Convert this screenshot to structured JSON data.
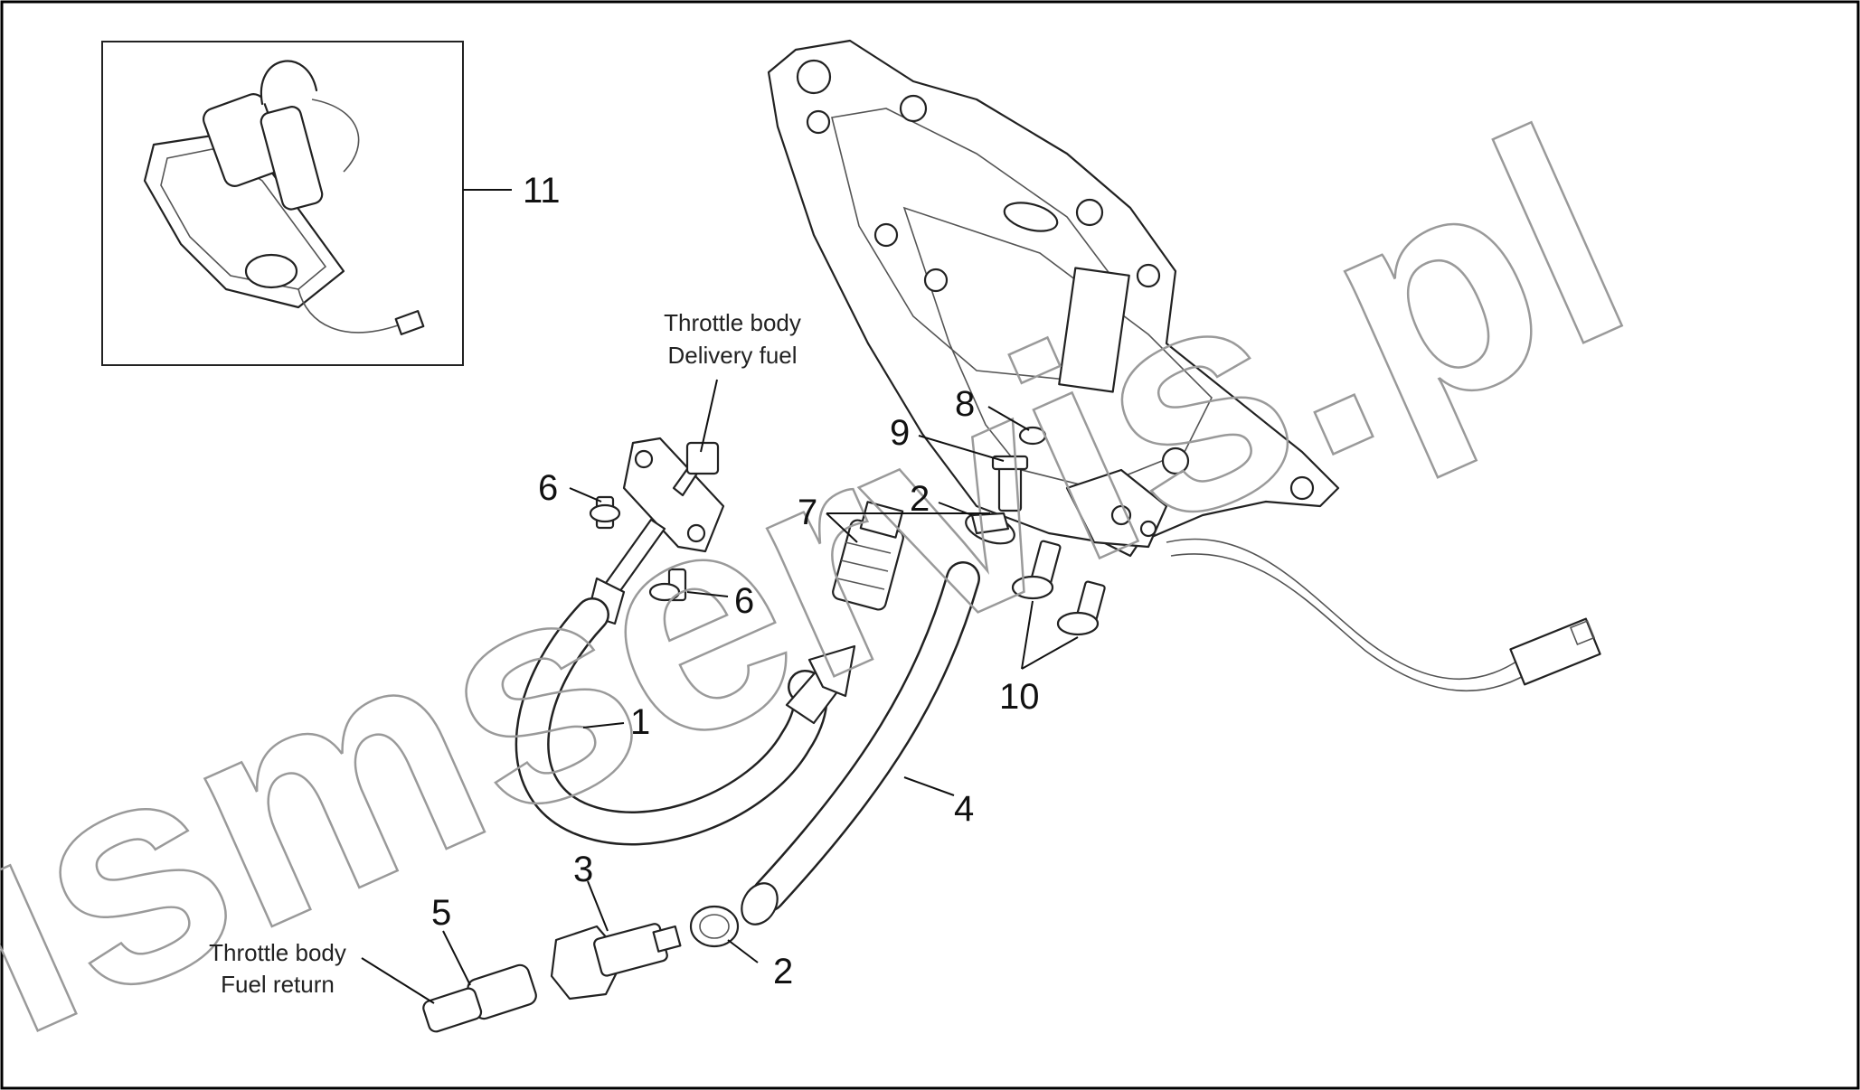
{
  "watermark": "ismservis.pl",
  "notes": {
    "delivery": {
      "line1": "Throttle body",
      "line2": "Delivery fuel"
    },
    "return": {
      "line1": "Throttle body",
      "line2": "Fuel return"
    }
  },
  "callouts": {
    "c1": "1",
    "c2a": "2",
    "c2b": "2",
    "c3": "3",
    "c4": "4",
    "c5": "5",
    "c6a": "6",
    "c6b": "6",
    "c7": "7",
    "c8": "8",
    "c9": "9",
    "c10": "10",
    "c11": "11"
  }
}
